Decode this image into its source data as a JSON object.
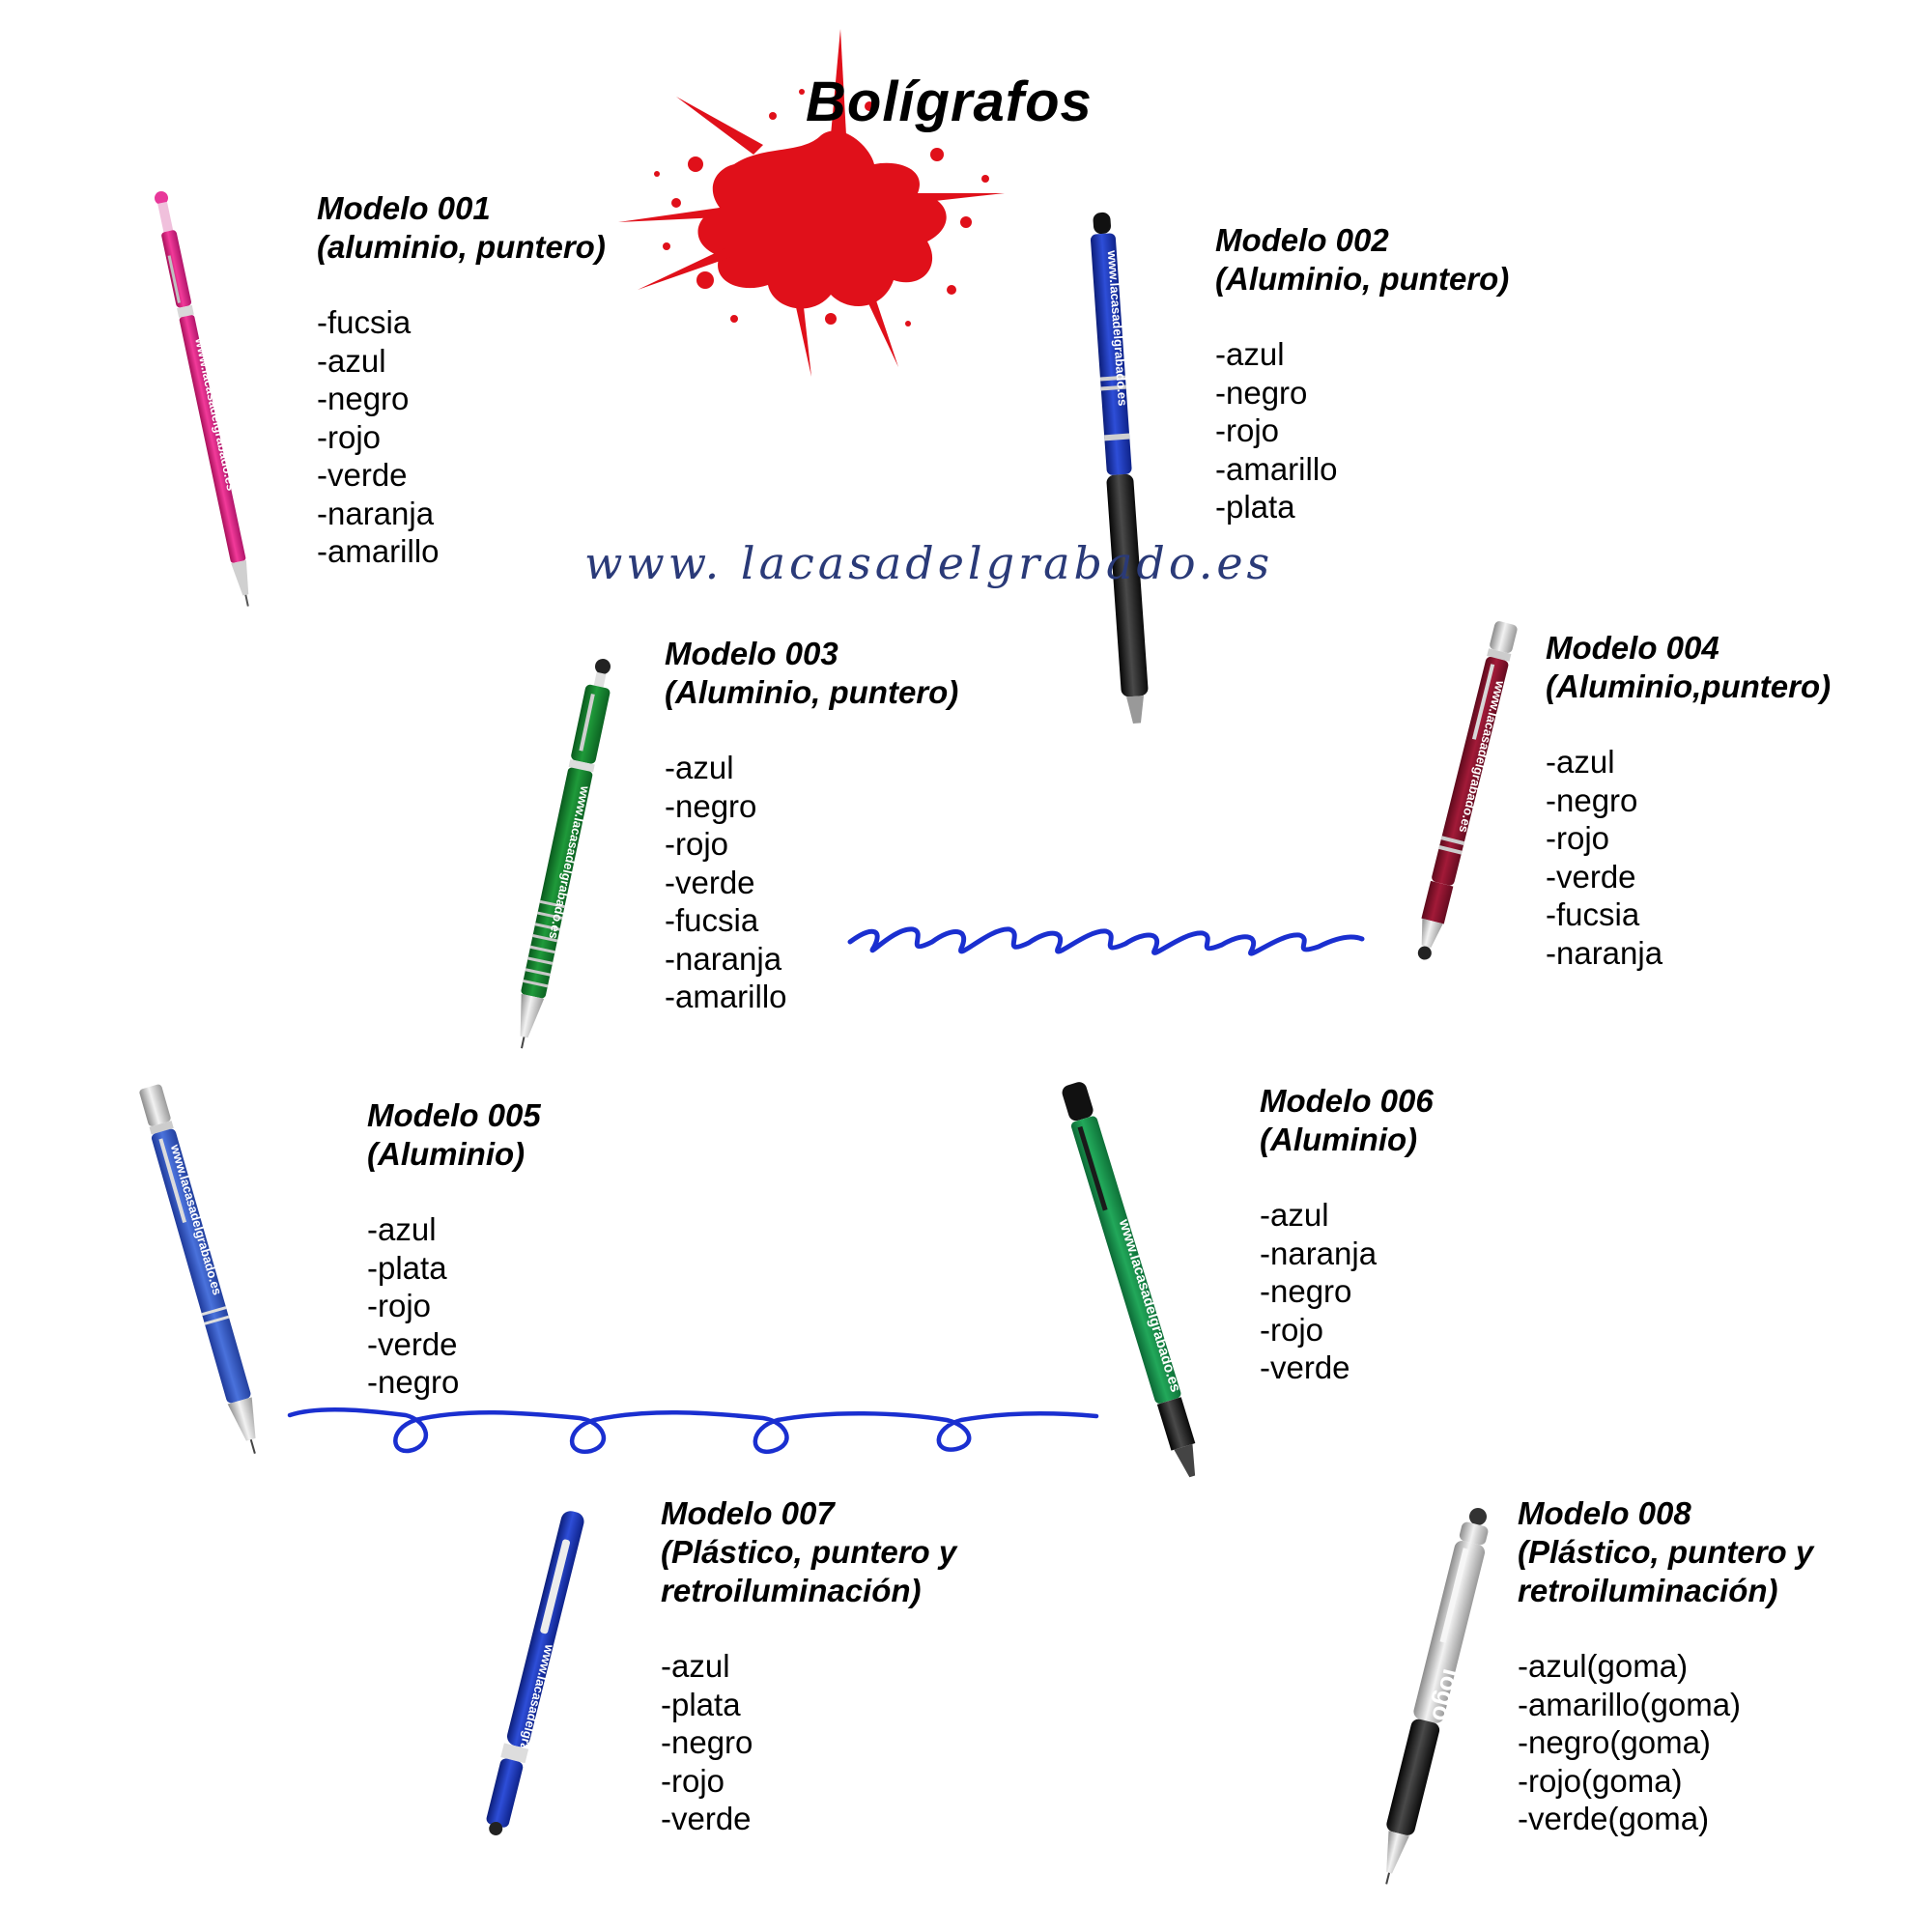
{
  "title": "Bolígrafos",
  "website": "www. lacasadelgrabado.es",
  "pen_imprint": "www.lacasadelgrabado.es",
  "pen_imprint_008": "logo",
  "colors": {
    "splash": "#e0101a",
    "scribble": "#1a2fd0",
    "website": "#2a3a78"
  },
  "models": [
    {
      "name": "Modelo 001",
      "material": [
        "(aluminio, puntero)"
      ],
      "colors": [
        "-fucsia",
        "-azul",
        "-negro",
        "-rojo",
        "-verde",
        "-naranja",
        "-amarillo"
      ]
    },
    {
      "name": "Modelo 002",
      "material": [
        "(Aluminio, puntero)"
      ],
      "colors": [
        "-azul",
        "-negro",
        "-rojo",
        "-amarillo",
        "-plata"
      ]
    },
    {
      "name": "Modelo 003",
      "material": [
        "(Aluminio, puntero)"
      ],
      "colors": [
        "-azul",
        "-negro",
        "-rojo",
        "-verde",
        "-fucsia",
        "-naranja",
        "-amarillo"
      ]
    },
    {
      "name": "Modelo 004",
      "material": [
        "(Aluminio,puntero)"
      ],
      "colors": [
        "-azul",
        "-negro",
        "-rojo",
        "-verde",
        "-fucsia",
        "-naranja"
      ]
    },
    {
      "name": "Modelo 005",
      "material": [
        "(Aluminio)"
      ],
      "colors": [
        "-azul",
        "-plata",
        "-rojo",
        "-verde",
        "-negro"
      ]
    },
    {
      "name": "Modelo 006",
      "material": [
        "(Aluminio)"
      ],
      "colors": [
        "-azul",
        "-naranja",
        "-negro",
        "-rojo",
        "-verde"
      ]
    },
    {
      "name": "Modelo 007",
      "material": [
        "(Plástico, puntero y",
        "retroiluminación)"
      ],
      "colors": [
        "-azul",
        "-plata",
        "-negro",
        "-rojo",
        "-verde"
      ]
    },
    {
      "name": "Modelo 008",
      "material": [
        "(Plástico, puntero y",
        "retroiluminación)"
      ],
      "colors": [
        "-azul(goma)",
        "-amarillo(goma)",
        "-negro(goma)",
        "-rojo(goma)",
        "-verde(goma)"
      ]
    }
  ]
}
